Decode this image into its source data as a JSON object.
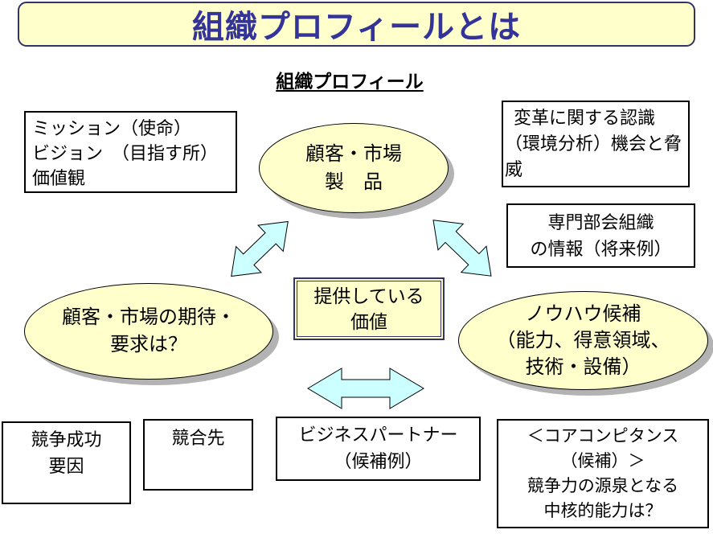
{
  "colors": {
    "page_bg": "#FFFFFF",
    "banner_bg": "#FFFFCC",
    "banner_border": "#333366",
    "title_text": "#333399",
    "node_bg": "#FFFFCC",
    "arrow_fill": "#CCFFFF",
    "box_border": "#000000",
    "shadow": "#B3B3B3",
    "text": "#000000"
  },
  "header": {
    "title": "組織プロフィールとは",
    "subtitle": "組織プロフィール"
  },
  "diagram": {
    "ellipses": {
      "customer_market": {
        "lines": [
          "顧客・市場",
          "製　品"
        ]
      },
      "expectations": {
        "lines": [
          "顧客・市場の期待・",
          "要求は？"
        ]
      },
      "knowhow": {
        "lines": [
          "ノウハウ候補",
          "（能力、得意領域、",
          "技術・設備）"
        ]
      }
    },
    "center_box": {
      "lines": [
        "提供している",
        "価値"
      ]
    },
    "boxes": {
      "mission": {
        "lines": [
          "ミッション（使命）",
          "ビジョン　（目指す所）",
          "価値観"
        ]
      },
      "change": {
        "lines": [
          "変革に関する認識",
          "（環境分析）機会と脅",
          "威"
        ]
      },
      "committee": {
        "lines": [
          "専門部会組織",
          "の情報（将来例）"
        ]
      },
      "success": {
        "lines": [
          "競争成功",
          "要因"
        ]
      },
      "competitors": {
        "lines": [
          "競合先"
        ]
      },
      "partners": {
        "lines": [
          "ビジネスパートナー",
          "（候補例）"
        ]
      },
      "core": {
        "lines": [
          "＜コアコンピタンス",
          "（候補）＞",
          "競争力の源泉となる",
          "中核的能力は？"
        ]
      }
    },
    "arrows": [
      {
        "icon": "double-arrow-icon",
        "orientation": "ne-sw",
        "connects": "customer_market-expectations"
      },
      {
        "icon": "double-arrow-icon",
        "orientation": "nw-se",
        "connects": "customer_market-knowhow"
      },
      {
        "icon": "double-arrow-icon",
        "orientation": "e-w",
        "connects": "expectations-knowhow"
      }
    ]
  }
}
